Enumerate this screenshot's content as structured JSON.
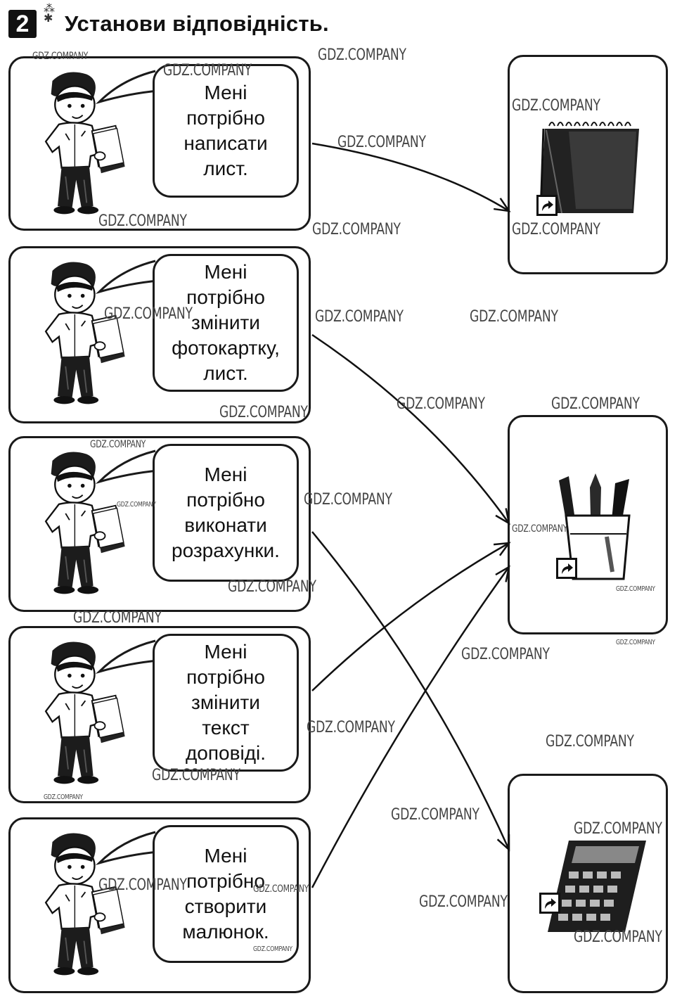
{
  "task": {
    "number": "2",
    "title": "Установи відповідність."
  },
  "cards": [
    {
      "lines": [
        "Мені",
        "потрібно",
        "написати",
        "лист."
      ]
    },
    {
      "lines": [
        "Мені",
        "потрібно",
        "змінити",
        "фотокартку,",
        "лист."
      ]
    },
    {
      "lines": [
        "Мені",
        "потрібно",
        "виконати",
        "розрахунки."
      ]
    },
    {
      "lines": [
        "Мені",
        "потрібно",
        "змінити",
        "текст",
        "доповіді."
      ]
    },
    {
      "lines": [
        "Мені",
        "потрібно",
        "створити",
        "малюнок."
      ]
    }
  ],
  "apps": [
    {
      "icon": "notepad-icon"
    },
    {
      "icon": "paint-icon"
    },
    {
      "icon": "calculator-icon"
    }
  ],
  "matches": [
    {
      "card": 1,
      "app": 1
    },
    {
      "card": 2,
      "app": 2
    },
    {
      "card": 3,
      "app": 3
    },
    {
      "card": 4,
      "app": 2
    },
    {
      "card": 5,
      "app": 2
    }
  ],
  "watermark": "GDZ.COMPANY"
}
